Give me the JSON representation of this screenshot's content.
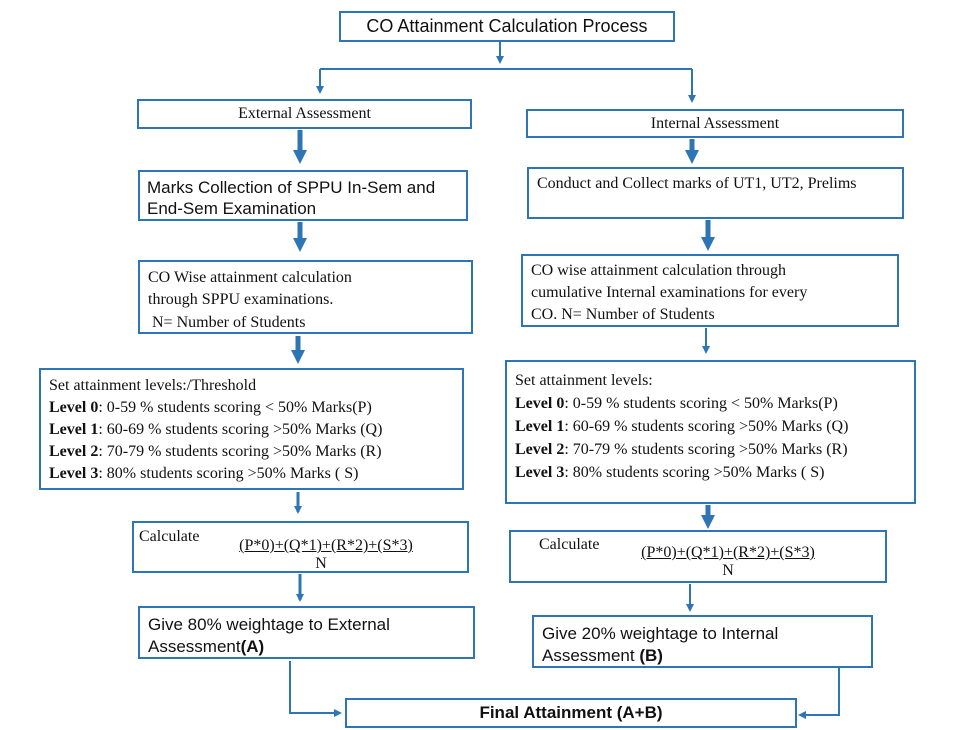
{
  "title": "CO Attainment Calculation Process",
  "external": {
    "heading": "External Assessment",
    "marks_collection": "Marks Collection of SPPU In-Sem and End-Sem Examination",
    "co_wise_line1": "CO Wise attainment calculation",
    "co_wise_line2": "through SPPU  examinations.",
    "co_wise_line3": "N= Number of Students",
    "levels_heading": "Set attainment levels:/Threshold",
    "levels": [
      {
        "label": "Level 0",
        "text": ": 0-59 % students scoring  < 50% Marks(P)"
      },
      {
        "label": "Level 1",
        "text": ": 60-69 % students scoring >50% Marks (Q)"
      },
      {
        "label": "Level 2",
        "text": ": 70-79 % students scoring >50% Marks (R)"
      },
      {
        "label": "Level 3",
        "text": ": 80% students scoring >50% Marks ( S)"
      }
    ],
    "calc_label": "Calculate",
    "formula_num": "(P*0)+(Q*1)+(R*2)+(S*3)",
    "formula_den": "N",
    "weight_text": "Give 80% weightage to External Assessment",
    "weight_tag": "(A)"
  },
  "internal": {
    "heading": "Internal Assessment",
    "marks_collection": "Conduct and Collect marks of UT1, UT2, Prelims",
    "co_wise_line1": "CO wise attainment calculation through",
    "co_wise_line2": "cumulative  Internal examinations for every",
    "co_wise_line3": "CO.  N= Number of Students",
    "levels_heading": "Set attainment levels:",
    "levels": [
      {
        "label": "Level 0",
        "text": ": 0-59 % students scoring  < 50% Marks(P)"
      },
      {
        "label": "Level 1",
        "text": ": 60-69 % students scoring >50% Marks (Q)"
      },
      {
        "label": "Level 2",
        "text": ": 70-79 % students scoring >50% Marks (R)"
      },
      {
        "label": "Level 3",
        "text": ": 80% students scoring >50% Marks ( S)"
      }
    ],
    "calc_label": "Calculate",
    "formula_num": "(P*0)+(Q*1)+(R*2)+(S*3)",
    "formula_den": "N",
    "weight_text": "Give 20% weightage to Internal Assessment",
    "weight_tag": "(B)"
  },
  "final": "Final Attainment  (A+B)",
  "colors": {
    "border": "#2e75b6",
    "arrow": "#2e75b6"
  }
}
